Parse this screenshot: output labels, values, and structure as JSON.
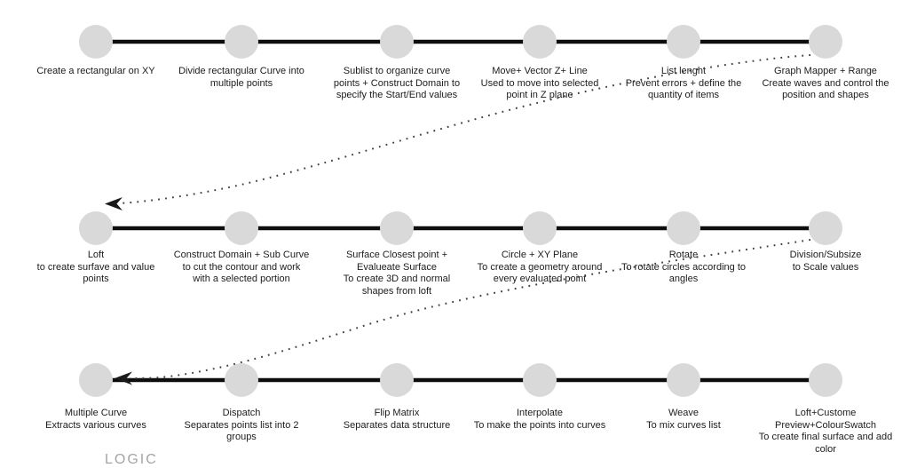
{
  "watermark": "LOGIC",
  "colors": {
    "node_fill": "#d9d9d9",
    "timeline": "#0d0d0d",
    "dotted_arrow": "#3f3f3f",
    "label_text": "#1c1c1c",
    "watermark_text": "#a5a5a5"
  },
  "rows": [
    {
      "steps": [
        {
          "text": "Create a rectangular on XY"
        },
        {
          "text": "Divide rectangular Curve into\nmultiple points"
        },
        {
          "text": "Sublist to organize curve\npoints + Construct Domain to\nspecify the Start/End values"
        },
        {
          "text": "Move+ Vector Z+ Line\nUsed to move into selected\npoint in Z plane"
        },
        {
          "text": "List lenght\nPrevent errors + define the\nquantity of items"
        },
        {
          "text": "Graph Mapper + Range\nCreate waves and control the\nposition and shapes"
        }
      ]
    },
    {
      "steps": [
        {
          "text": "Loft\nto create surfave and value\npoints"
        },
        {
          "text": "Construct Domain + Sub Curve\nto cut the contour and work\nwith a selected portion"
        },
        {
          "text": "Surface Closest point +\nEvalueate Surface\nTo create 3D and normal\nshapes from loft"
        },
        {
          "text": "Circle + XY Plane\nTo create a geometry around\nevery evaluated point"
        },
        {
          "text": "Rotate\nTo rotate circles according to\nangles"
        },
        {
          "text": "Division/Subsize\nto Scale values"
        }
      ]
    },
    {
      "steps": [
        {
          "text": "Multiple Curve\nExtracts various curves"
        },
        {
          "text": "Dispatch\nSeparates points list into 2\ngroups"
        },
        {
          "text": "Flip Matrix\nSeparates data structure"
        },
        {
          "text": "Interpolate\nTo make the points into curves"
        },
        {
          "text": "Weave\nTo mix curves list"
        },
        {
          "text": "Loft+Custome\nPreview+ColourSwatch\nTo create final surface and add\ncolor"
        }
      ]
    }
  ]
}
